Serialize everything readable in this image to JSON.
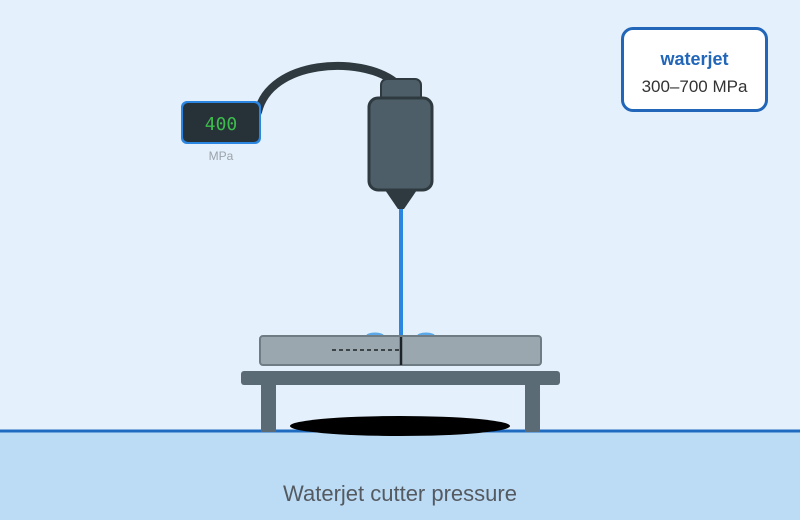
{
  "gauge": {
    "value": "400",
    "unit": "MPa"
  },
  "info_card": {
    "title": "waterjet",
    "range": "300–700 MPa"
  },
  "caption": "Waterjet cutter pressure",
  "colors": {
    "background": "#e4f0fb",
    "floor": "#bcdcf6",
    "floor_line": "#1e6bc0",
    "accent": "#2166b8",
    "jet": "#2a86e0",
    "gauge_digits": "#3dbb4c",
    "machine": "#4e5e68",
    "table": "#5b6b75",
    "workpiece": "#9aa7af"
  }
}
